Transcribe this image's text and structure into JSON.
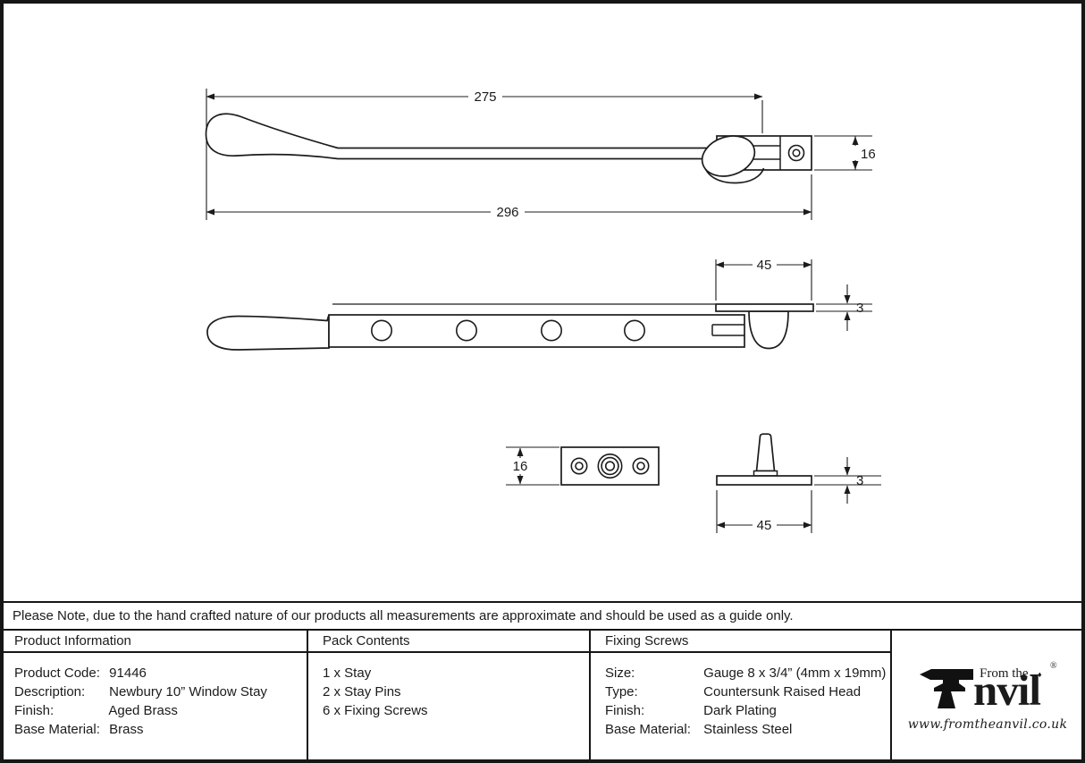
{
  "drawing": {
    "side_view": {
      "dim_length_to_pivot": "275",
      "dim_total_length": "296",
      "dim_end_height": "16"
    },
    "plan_view": {
      "dim_plate_length": "45",
      "dim_plate_thickness": "3"
    },
    "keep_plate_view": {
      "dim_height": "16"
    },
    "stay_pin_view": {
      "dim_thickness": "3",
      "dim_length": "45"
    }
  },
  "note": {
    "text": "Please Note, due to the hand crafted nature of our products all measurements are approximate and should be used as a guide only."
  },
  "product_information": {
    "title": "Product Information",
    "rows": [
      {
        "label": "Product Code:",
        "value": "91446"
      },
      {
        "label": "Description:",
        "value": "Newbury 10” Window Stay"
      },
      {
        "label": "Finish:",
        "value": "Aged Brass"
      },
      {
        "label": "Base Material:",
        "value": "Brass"
      }
    ]
  },
  "pack_contents": {
    "title": "Pack Contents",
    "items": [
      "1 x Stay",
      "2 x Stay Pins",
      "6 x Fixing Screws"
    ]
  },
  "fixing_screws": {
    "title": "Fixing Screws",
    "rows": [
      {
        "label": "Size:",
        "value": "Gauge 8 x 3/4” (4mm x 19mm)"
      },
      {
        "label": "Type:",
        "value": "Countersunk Raised Head"
      },
      {
        "label": "Finish:",
        "value": "Dark Plating"
      },
      {
        "label": "Base Material:",
        "value": "Stainless Steel"
      }
    ]
  },
  "logo": {
    "prefix": "From the",
    "brand": "Anvil",
    "brand_drawn_text": "nvil",
    "diamond": "♦",
    "registered": "®",
    "url": "www.fromtheanvil.co.uk"
  },
  "colors": {
    "ink": "#1b1b1b",
    "paper": "#ffffff"
  }
}
